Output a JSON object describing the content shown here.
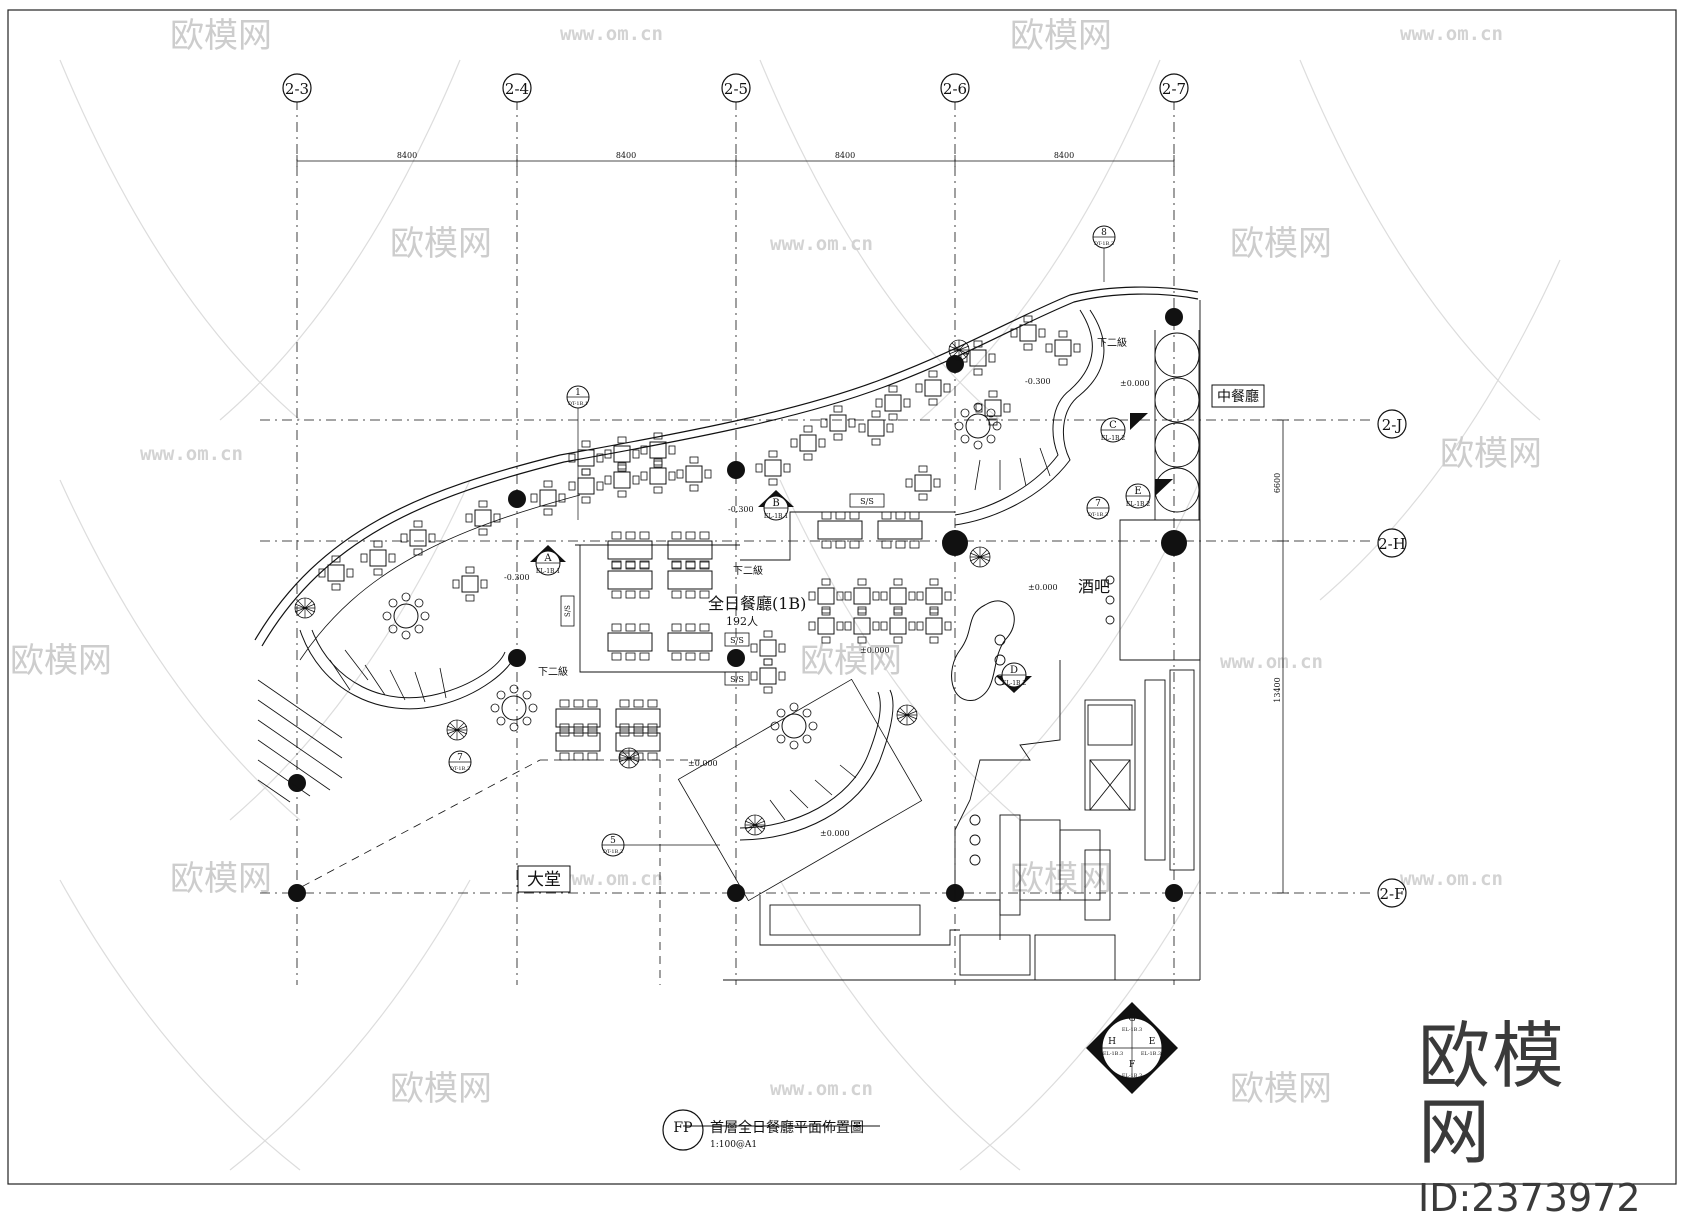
{
  "grid": {
    "columns": [
      "2-3",
      "2-4",
      "2-5",
      "2-6",
      "2-7"
    ],
    "rows": [
      "2-J",
      "2-H",
      "2-F"
    ],
    "spans": [
      "8400",
      "8400",
      "8400",
      "8400"
    ],
    "row_dims": [
      "6600",
      "13400"
    ]
  },
  "rooms": {
    "dining_name": "全日餐廳(1B)",
    "dining_capacity": "192人",
    "bar": "酒吧",
    "chinese_restaurant": "中餐廳",
    "lobby": "大堂"
  },
  "levels": {
    "down_two": "下二級",
    "minus_300": "-0.300",
    "zero": "±0.000"
  },
  "service_station": "S/S",
  "section_marks": [
    {
      "letter": "A",
      "ref": "EL-1B.1"
    },
    {
      "letter": "B",
      "ref": "EL-1B.1"
    },
    {
      "letter": "C",
      "ref": "EL-1B.2"
    },
    {
      "letter": "D",
      "ref": "EL-1B.2"
    },
    {
      "letter": "E",
      "ref": "EL-1B.2"
    }
  ],
  "detail_marks": [
    {
      "num": "1",
      "ref": "DT-1B.1"
    },
    {
      "num": "5",
      "ref": "DT-1B.2"
    },
    {
      "num": "7",
      "ref": "DT-1B.2"
    },
    {
      "num": "7",
      "ref": "DT-1B.3"
    },
    {
      "num": "8",
      "ref": "DT-1B.3"
    }
  ],
  "key_plan": [
    {
      "letter": "G",
      "ref": "EL-1B.3"
    },
    {
      "letter": "H",
      "ref": "EL-1B.3"
    },
    {
      "letter": "E",
      "ref": "EL-1B.3"
    },
    {
      "letter": "F",
      "ref": "EL-1B.3"
    }
  ],
  "title_block": {
    "code": "FP",
    "title": "首層全日餐廳平面佈置圖",
    "scale": "1:100@A1"
  },
  "watermark": {
    "brand": "欧模网",
    "url": "www.om.cn",
    "id": "ID:2373972"
  },
  "colors": {
    "line": "#111111",
    "watermark": "#c8c8c8",
    "background": "#ffffff"
  }
}
